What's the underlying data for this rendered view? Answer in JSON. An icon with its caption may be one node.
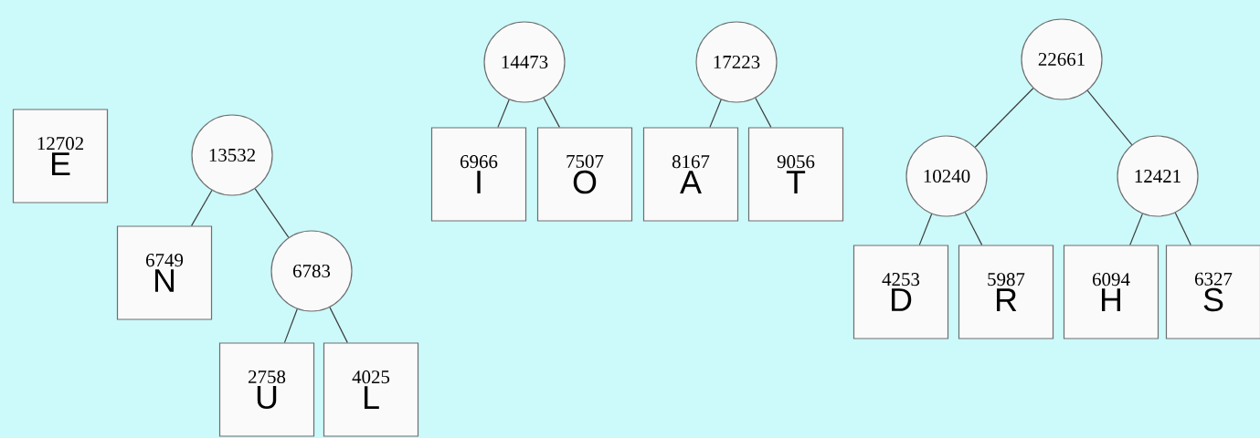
{
  "diagram": {
    "nodes": [
      {
        "text": [
          "12702",
          "E"
        ]
      },
      {
        "text": [
          "13532"
        ]
      },
      {
        "text": [
          "6749",
          "N"
        ]
      },
      {
        "text": [
          "6783"
        ]
      },
      {
        "text": [
          "2758",
          "U"
        ]
      },
      {
        "text": [
          "4025",
          "L"
        ]
      },
      {
        "text": [
          "14473"
        ]
      },
      {
        "text": [
          "17223"
        ]
      },
      {
        "text": [
          "6966",
          "I"
        ]
      },
      {
        "text": [
          "7507",
          "O"
        ]
      },
      {
        "text": [
          "8167",
          "A"
        ]
      },
      {
        "text": [
          "9056",
          "T"
        ]
      },
      {
        "text": [
          "22661"
        ]
      },
      {
        "text": [
          "10240"
        ]
      },
      {
        "text": [
          "12421"
        ]
      },
      {
        "text": [
          "4253",
          "D"
        ]
      },
      {
        "text": [
          "5987",
          "R"
        ]
      },
      {
        "text": [
          "6094",
          "H"
        ]
      },
      {
        "text": [
          "6327",
          "S"
        ]
      }
    ],
    "edges": [
      {
        "from": 1,
        "to": 2,
        "arrow": "none"
      },
      {
        "from": 1,
        "to": 3,
        "arrow": "none"
      },
      {
        "from": 3,
        "to": 4,
        "arrow": "none"
      },
      {
        "from": 3,
        "to": 5,
        "arrow": "none"
      },
      {
        "from": 6,
        "to": 8,
        "arrow": "none"
      },
      {
        "from": 6,
        "to": 9,
        "arrow": "none"
      },
      {
        "from": 7,
        "to": 10,
        "arrow": "none"
      },
      {
        "from": 7,
        "to": 11,
        "arrow": "none"
      },
      {
        "from": 12,
        "to": 13,
        "arrow": "none"
      },
      {
        "from": 12,
        "to": 14,
        "arrow": "none"
      },
      {
        "from": 13,
        "to": 15,
        "arrow": "none"
      },
      {
        "from": 13,
        "to": 16,
        "arrow": "none"
      },
      {
        "from": 14,
        "to": 17,
        "arrow": "none"
      },
      {
        "from": 14,
        "to": 18,
        "arrow": "none"
      }
    ]
  }
}
